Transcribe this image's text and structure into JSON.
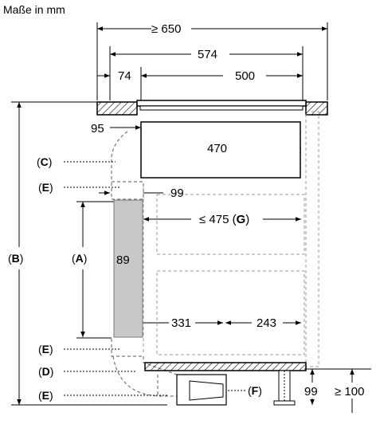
{
  "title": "Maße in mm",
  "dimensions": {
    "d650": "≥ 650",
    "d574": "574",
    "d74": "74",
    "d500": "500",
    "d95": "95",
    "d470": "470",
    "d99_side": "99",
    "d475_prefix": "≤ 475 (",
    "d475_letter": "G",
    "d475_suffix": ")",
    "d89": "89",
    "d331": "331",
    "d243": "243",
    "d99_bottom": "99",
    "d100": "≥ 100"
  },
  "labels": {
    "C": "C",
    "E1": "E",
    "A": "A",
    "B": "B",
    "E2": "E",
    "D": "D",
    "E3": "E",
    "F": "F",
    "open": "(",
    "close": ")"
  }
}
